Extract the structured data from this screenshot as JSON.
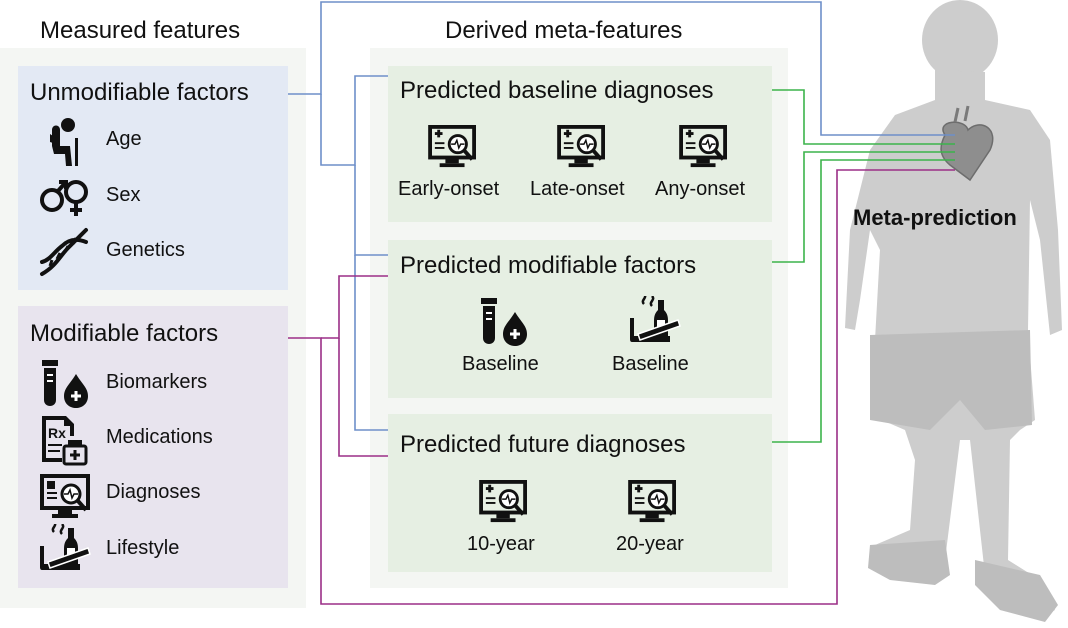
{
  "measured": {
    "title": "Measured features",
    "unmodifiable": {
      "title": "Unmodifiable factors",
      "items": [
        {
          "label": "Age",
          "icon": "elderly-person-icon"
        },
        {
          "label": "Sex",
          "icon": "gender-symbols-icon"
        },
        {
          "label": "Genetics",
          "icon": "dna-icon"
        }
      ]
    },
    "modifiable": {
      "title": "Modifiable factors",
      "items": [
        {
          "label": "Biomarkers",
          "icon": "blood-tube-icon"
        },
        {
          "label": "Medications",
          "icon": "prescription-icon"
        },
        {
          "label": "Diagnoses",
          "icon": "monitor-diagnosis-icon"
        },
        {
          "label": "Lifestyle",
          "icon": "smoking-alcohol-icon"
        }
      ]
    }
  },
  "derived": {
    "title": "Derived meta-features",
    "baseline_diagnoses": {
      "title": "Predicted baseline diagnoses",
      "items": [
        "Early-onset",
        "Late-onset",
        "Any-onset"
      ]
    },
    "modifiable_factors": {
      "title": "Predicted modifiable factors",
      "items": [
        "Baseline",
        "Baseline"
      ]
    },
    "future_diagnoses": {
      "title": "Predicted future diagnoses",
      "items": [
        "10-year",
        "20-year"
      ]
    }
  },
  "target": {
    "title": "Meta-prediction",
    "icon": "human-heart-silhouette-icon"
  },
  "colors": {
    "unmodifiable_bg": "#e3e9f4",
    "modifiable_bg": "#e8e4ee",
    "derived_bg": "#e6efe3",
    "outer_bg": "#f4f6f3",
    "blue_line": "#6e8fc9",
    "purple_line": "#9b2f87",
    "green_line": "#3cb44b",
    "heart": "#9a9a9a",
    "silhouette": "#c8c8c8"
  }
}
